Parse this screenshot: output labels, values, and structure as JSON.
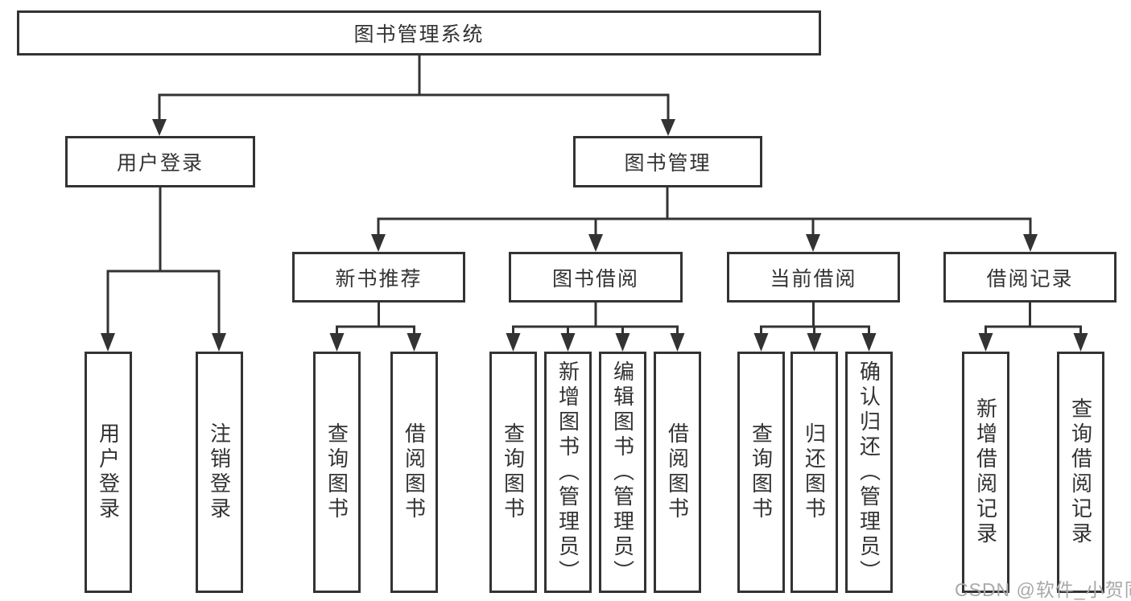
{
  "diagram": {
    "title": "图书管理系统",
    "branches": [
      {
        "label": "用户登录",
        "leaves": [
          "用户登录",
          "注销登录"
        ]
      },
      {
        "label": "图书管理",
        "groups": [
          {
            "label": "新书推荐",
            "leaves": [
              "查询图书",
              "借阅图书"
            ]
          },
          {
            "label": "图书借阅",
            "leaves": [
              "查询图书",
              "新增图书（管理员）",
              "编辑图书（管理员）",
              "借阅图书"
            ]
          },
          {
            "label": "当前借阅",
            "leaves": [
              "查询图书",
              "归还图书",
              "确认归还（管理员）"
            ]
          },
          {
            "label": "借阅记录",
            "leaves": [
              "新增借阅记录",
              "查询借阅记录"
            ]
          }
        ]
      }
    ]
  },
  "watermark": "CSDN @软件_小贺同学",
  "colors": {
    "line": "#333333",
    "box_border": "#333333",
    "text": "#333333",
    "watermark": "#a9a9a9",
    "background": "#ffffff"
  }
}
